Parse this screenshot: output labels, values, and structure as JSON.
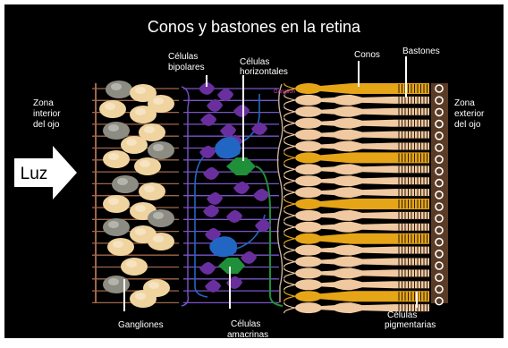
{
  "title": "Conos y bastones en la retina",
  "labels": {
    "zona_interior": [
      "Zona",
      "interior",
      "del ojo"
    ],
    "zona_exterior": [
      "Zona",
      "exterior",
      "del ojo"
    ],
    "luz": "Luz",
    "bipolares": [
      "Células",
      "bipolares"
    ],
    "horizontales": [
      "Células",
      "horizontales"
    ],
    "conos": "Conos",
    "bastones": "Bastones",
    "ganglion": "Ganglion",
    "gangliones": "Gangliones",
    "amacrinas": [
      "Células",
      "amacrinas"
    ],
    "pigmentarias": [
      "Células",
      "pigmentarias"
    ]
  },
  "colors": {
    "background": "#000000",
    "ganglion_light": "#f0d4a0",
    "ganglion_gray": "#8c8c82",
    "nerve_fiber": "#a0664a",
    "bipolar_purple": "#6a2f9e",
    "fiber_purple": "#7a55c8",
    "horizontal_blue": "#2266c4",
    "amacrine_green": "#1f8f3a",
    "rod_tan": "#f0c9a0",
    "cone_gold": "#e6a517",
    "pigment_brown": "#5a3b25"
  }
}
